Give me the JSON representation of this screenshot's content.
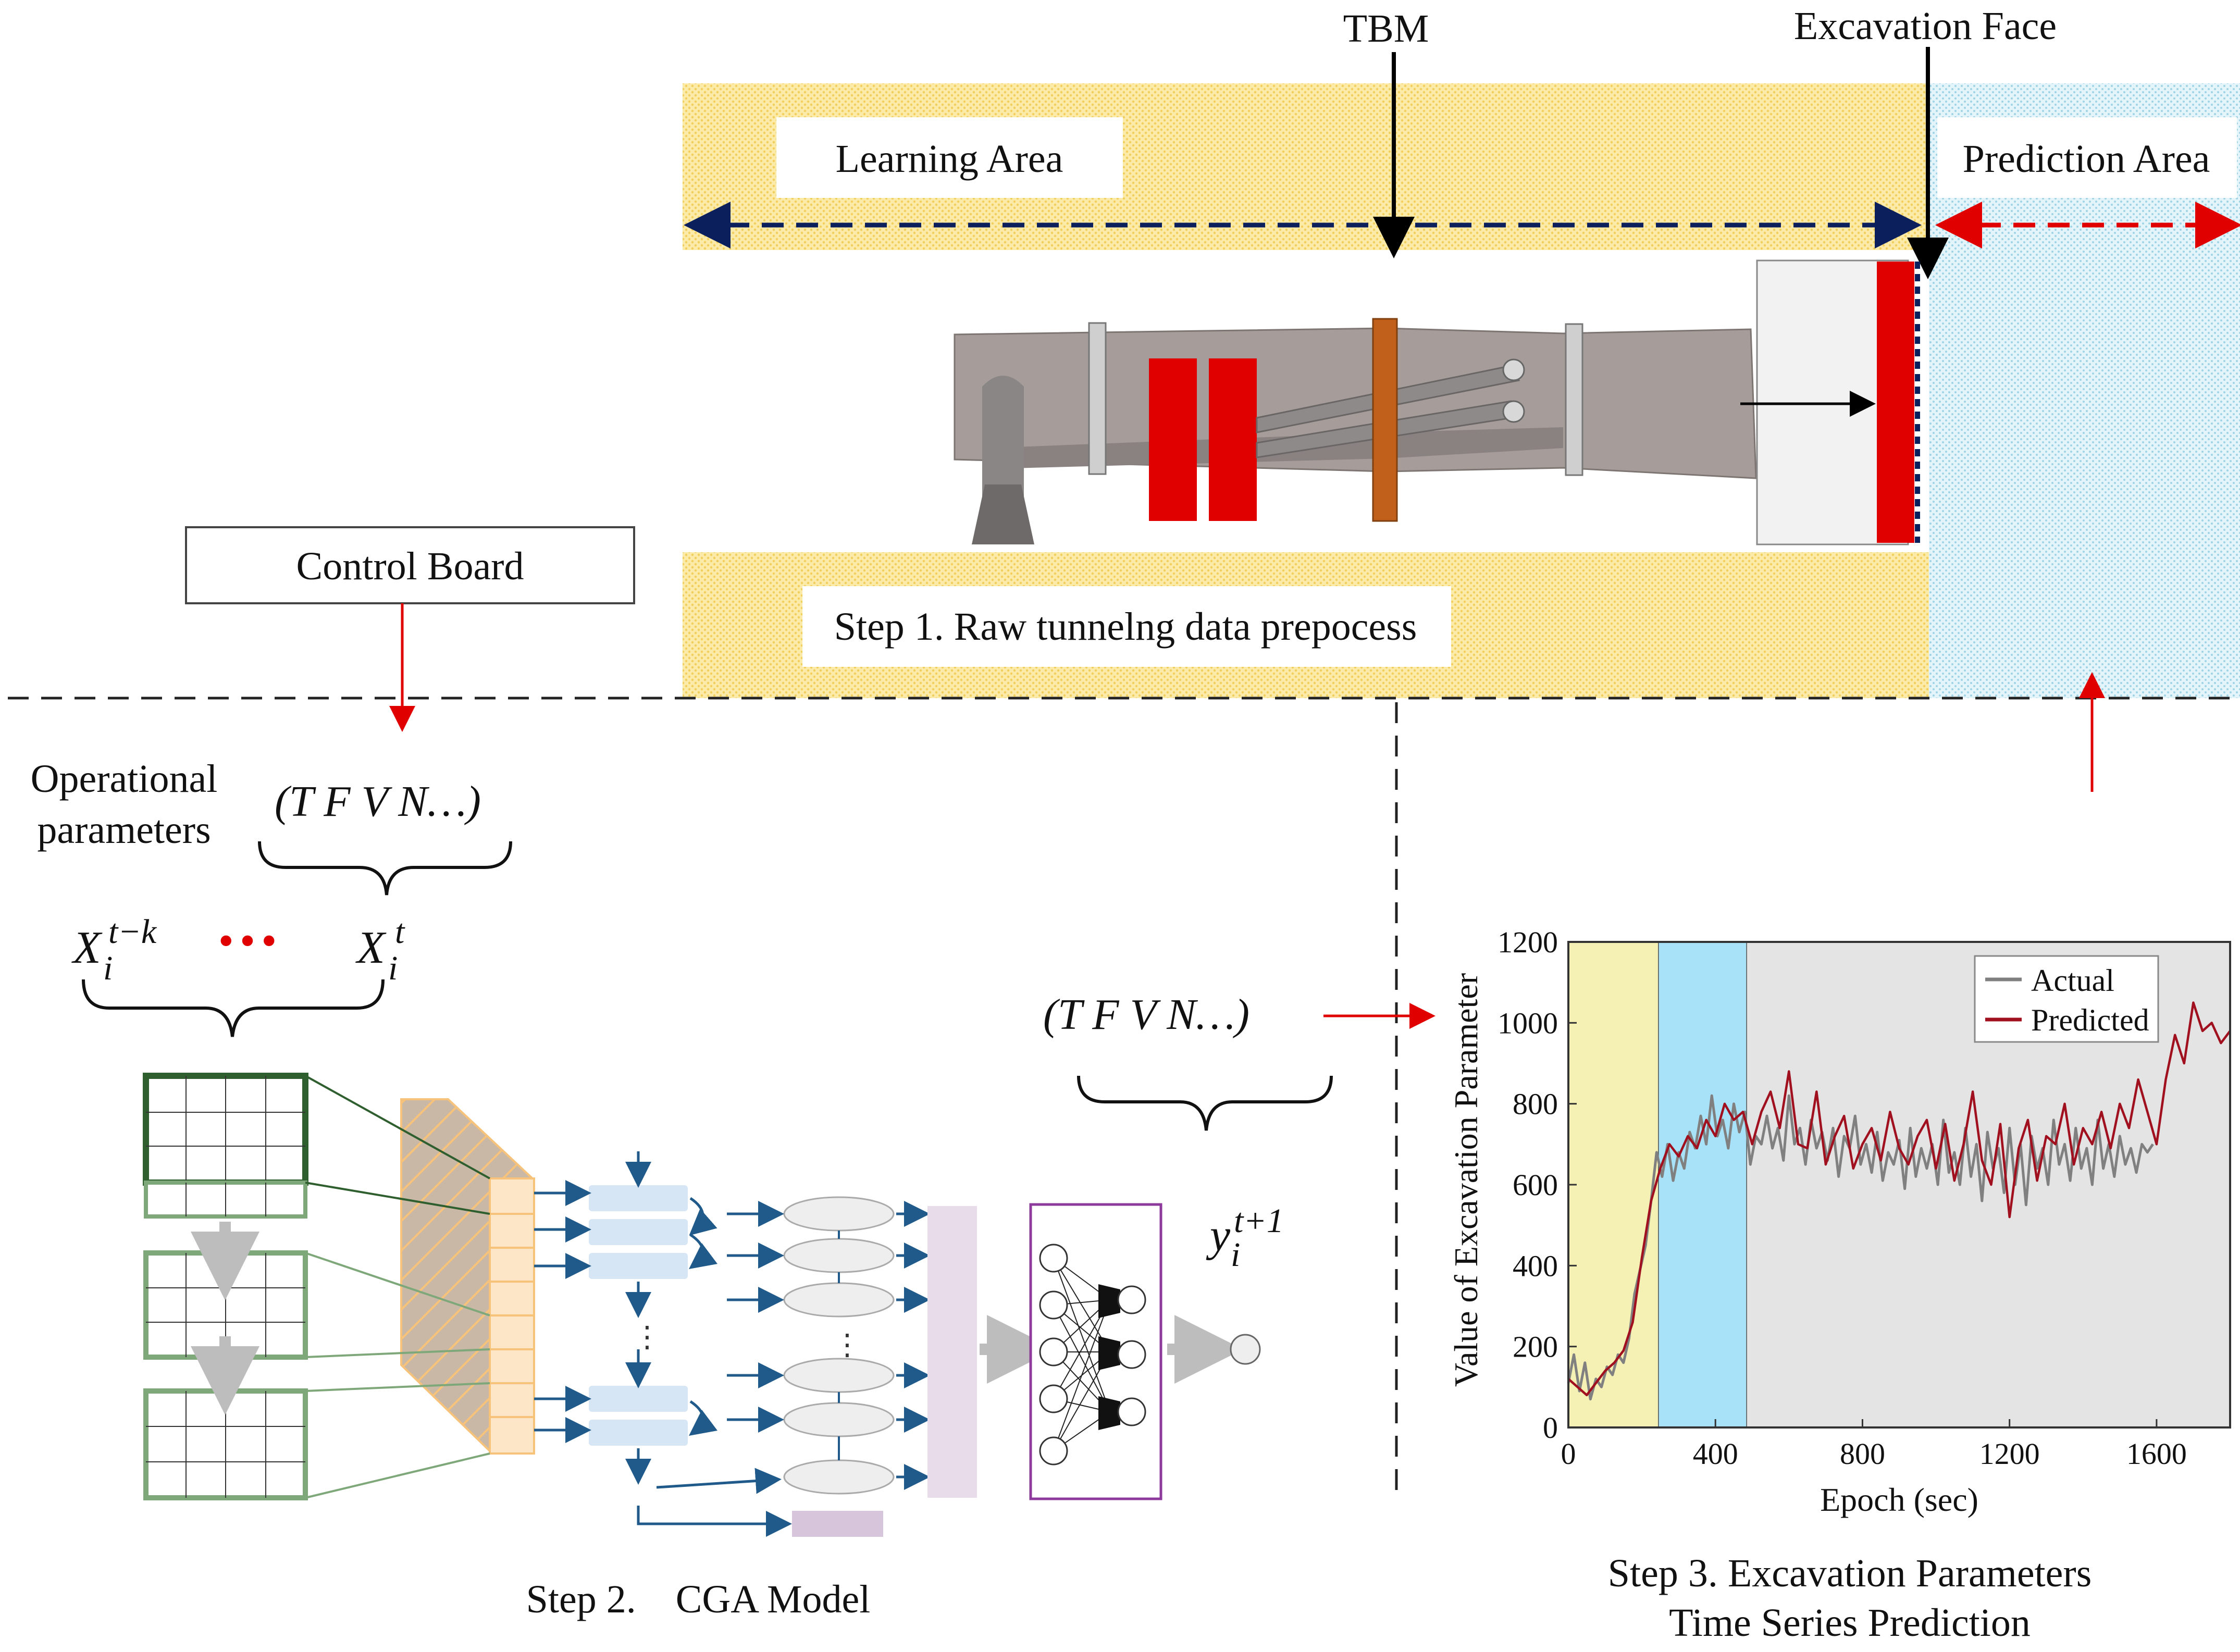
{
  "labels": {
    "tbm": "TBM",
    "excavation_face": "Excavation Face",
    "learning_area": "Learning Area",
    "prediction_area": "Prediction Area",
    "control_board": "Control Board",
    "step1": "Step 1. Raw tunnelng data prepocess",
    "operational_line1": "Operational",
    "operational_line2": "parameters",
    "step2": "Step 2.    CGA Model",
    "step3_line1": "Step 3.  Excavation Parameters",
    "step3_line2": "Time Series Prediction"
  },
  "math": {
    "params_top": "(T  F  V  N…)",
    "params_right": "(T  F  V  N…)",
    "x_base": "X",
    "x_sub": "i",
    "x_sup_first": "t−k",
    "x_sup_last": "t",
    "ellipsis": "•••",
    "y_base": "y",
    "y_sub": "i",
    "y_sup": "t+1",
    "vdots": "⋮"
  },
  "colors": {
    "learning_fill": "#f7e08a",
    "prediction_fill": "#bfe6f2",
    "red": "#e00000",
    "navy": "#0a1f5c",
    "dark_green": "#2f5e2f",
    "light_green": "#7fa87a",
    "lstm_blue": "#d7e6f5",
    "arrow_blue": "#1f5a8a",
    "purple": "#8e3a9d",
    "attention": "#e8dcea"
  },
  "chart_data": {
    "type": "line",
    "title": "",
    "xlabel": "Epoch (sec)",
    "ylabel": "Value of Excavation Parameter",
    "xlim": [
      0,
      1800
    ],
    "ylim": [
      0,
      1200
    ],
    "xticks": [
      "0",
      "400",
      "800",
      "1200",
      "1600"
    ],
    "yticks": [
      "0",
      "200",
      "400",
      "600",
      "800",
      "1000",
      "1200"
    ],
    "xtick_values": [
      0,
      400,
      800,
      1200,
      1600
    ],
    "ytick_values": [
      0,
      200,
      400,
      600,
      800,
      1000,
      1200
    ],
    "grid": false,
    "legend": "top-right",
    "regions": [
      {
        "from": 0,
        "to": 245,
        "color": "#f5f0b4"
      },
      {
        "from": 245,
        "to": 485,
        "color": "#a8e2f8"
      },
      {
        "from": 485,
        "to": 1800,
        "color": "#e4e4e4"
      }
    ],
    "series": [
      {
        "name": "Actual",
        "color": "#808080",
        "x": [
          0,
          15,
          30,
          45,
          60,
          75,
          90,
          105,
          120,
          135,
          150,
          165,
          180,
          195,
          210,
          225,
          240,
          255,
          270,
          285,
          300,
          315,
          330,
          345,
          360,
          375,
          390,
          405,
          420,
          435,
          450,
          465,
          480,
          495,
          510,
          525,
          540,
          555,
          570,
          585,
          600,
          615,
          630,
          645,
          660,
          675,
          690,
          705,
          720,
          735,
          750,
          765,
          780,
          795,
          810,
          825,
          840,
          855,
          870,
          885,
          900,
          915,
          930,
          945,
          960,
          975,
          990,
          1005,
          1020,
          1035,
          1050,
          1065,
          1080,
          1095,
          1110,
          1125,
          1140,
          1155,
          1170,
          1185,
          1200,
          1215,
          1230,
          1245,
          1260,
          1275,
          1290,
          1305,
          1320,
          1335,
          1350,
          1365,
          1380,
          1395,
          1410,
          1425,
          1440,
          1455,
          1470,
          1485,
          1500,
          1515,
          1530,
          1545,
          1560,
          1575,
          1590
        ],
        "y": [
          110,
          180,
          90,
          160,
          70,
          120,
          100,
          150,
          130,
          180,
          160,
          220,
          330,
          390,
          450,
          560,
          680,
          620,
          700,
          610,
          680,
          640,
          730,
          690,
          770,
          700,
          820,
          720,
          760,
          690,
          800,
          730,
          780,
          650,
          720,
          700,
          770,
          690,
          740,
          660,
          820,
          700,
          740,
          650,
          760,
          690,
          730,
          660,
          740,
          620,
          720,
          690,
          770,
          650,
          700,
          630,
          730,
          610,
          680,
          650,
          710,
          590,
          740,
          620,
          690,
          640,
          700,
          600,
          760,
          630,
          680,
          600,
          740,
          620,
          700,
          560,
          730,
          640,
          690,
          580,
          740,
          600,
          700,
          550,
          720,
          640,
          690,
          600,
          760,
          650,
          700,
          610,
          740,
          640,
          690,
          600,
          760,
          640,
          700,
          620,
          720,
          650,
          690,
          630,
          700,
          680,
          700
        ]
      },
      {
        "name": "Predicted",
        "color": "#a0101e",
        "x": [
          0,
          25,
          50,
          75,
          100,
          125,
          150,
          175,
          200,
          225,
          250,
          275,
          300,
          325,
          350,
          375,
          400,
          425,
          450,
          475,
          500,
          525,
          550,
          575,
          600,
          625,
          650,
          675,
          700,
          725,
          750,
          775,
          800,
          825,
          850,
          875,
          900,
          925,
          950,
          975,
          1000,
          1025,
          1050,
          1075,
          1100,
          1125,
          1150,
          1175,
          1200,
          1225,
          1250,
          1275,
          1300,
          1325,
          1350,
          1375,
          1400,
          1425,
          1450,
          1475,
          1500,
          1525,
          1550,
          1575,
          1600,
          1625,
          1650,
          1675,
          1700,
          1725,
          1750,
          1775,
          1800
        ],
        "y": [
          120,
          100,
          80,
          110,
          140,
          160,
          190,
          260,
          420,
          560,
          640,
          700,
          670,
          720,
          690,
          760,
          720,
          800,
          760,
          780,
          700,
          780,
          830,
          740,
          880,
          700,
          690,
          830,
          650,
          720,
          770,
          640,
          700,
          740,
          660,
          780,
          690,
          650,
          720,
          760,
          640,
          750,
          610,
          700,
          830,
          660,
          600,
          750,
          520,
          690,
          760,
          610,
          720,
          700,
          800,
          650,
          740,
          700,
          780,
          690,
          800,
          740,
          860,
          780,
          700,
          860,
          970,
          900,
          1050,
          980,
          1000,
          950,
          980
        ]
      }
    ]
  }
}
